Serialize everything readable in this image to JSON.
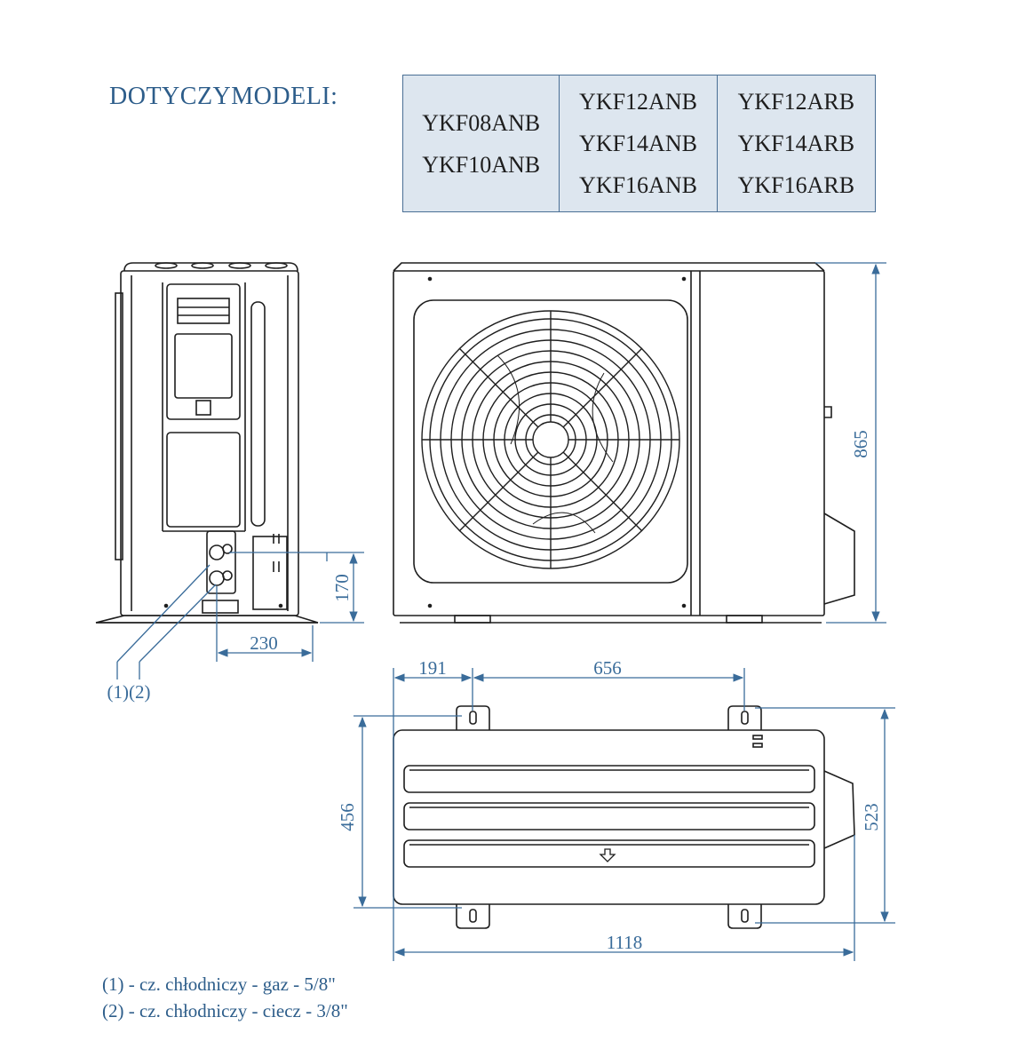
{
  "title": "DOTYCZYMODELI:",
  "models": {
    "col1": [
      "YKF08ANB",
      "YKF10ANB"
    ],
    "col2": [
      "YKF12ANB",
      "YKF14ANB",
      "YKF16ANB"
    ],
    "col3": [
      "YKF12ARB",
      "YKF14ARB",
      "YKF16ARB"
    ]
  },
  "dimensions": {
    "height": "865",
    "port_height": "170",
    "port_offset": "230",
    "callout": "(1)(2)",
    "foot_left": "191",
    "foot_span": "656",
    "depth": "456",
    "depth_total": "523",
    "width": "1118"
  },
  "notes": [
    "(1) - cz. chłodniczy - gaz - 5/8\"",
    "(2) - cz. chłodniczy - ciecz - 3/8\""
  ],
  "colors": {
    "accent": "#2d5d8a",
    "dimension": "#3a6c9a",
    "table_bg": "#dde6ef",
    "line": "#1e1e1e"
  }
}
